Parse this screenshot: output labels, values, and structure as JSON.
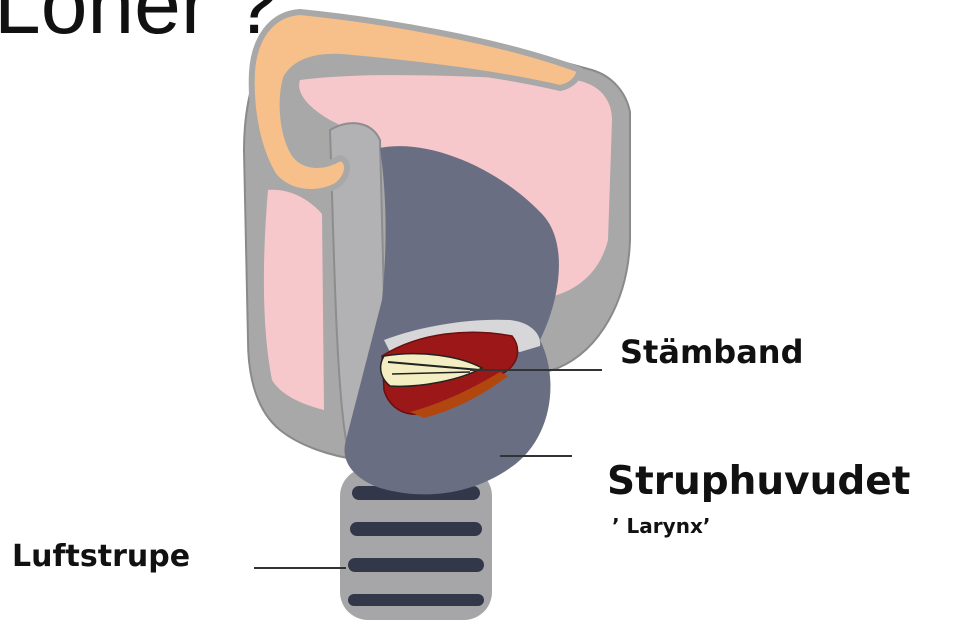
{
  "title": "Loner ?",
  "labels": {
    "vocal_cords": "Stämband",
    "larynx": "Struphuvudet",
    "larynx_latin": "’ Larynx’",
    "trachea": "Luftstrupe"
  },
  "colors": {
    "outline_gray": "#a8a8a8",
    "dark_cavity": "#6a6e82",
    "pink_tissue": "#f6c8cb",
    "epiglottis_orange": "#f7c08a",
    "vocal_fold_red": "#9c1818",
    "vocal_cord_cream": "#f4efc2",
    "leader_line": "#333333"
  }
}
